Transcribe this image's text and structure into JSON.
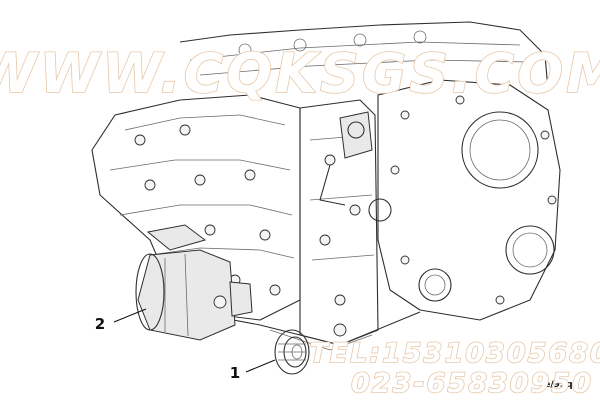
{
  "watermark": {
    "url": "WWW.CQKSGS.COM",
    "tel": "TEL:15310305680",
    "phone": "023-65830950"
  },
  "callouts": [
    {
      "number": "1",
      "target": "pulley"
    },
    {
      "number": "2",
      "target": "starter"
    }
  ],
  "figure_code": "e/95qi",
  "colors": {
    "line_art": "#2f2f2f",
    "watermark_outline": "#e6c7a8",
    "background": "#ffffff"
  }
}
